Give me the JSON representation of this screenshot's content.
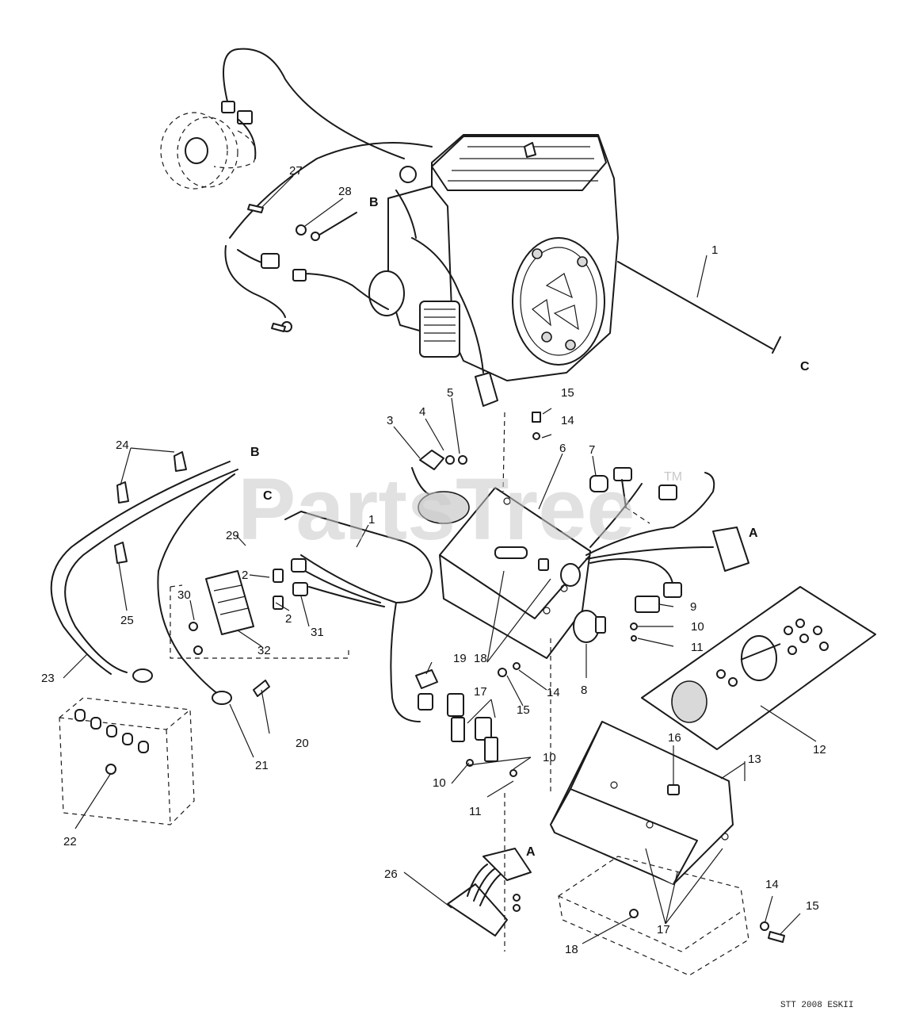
{
  "watermark": {
    "text": "PartsTree",
    "tm": "TM"
  },
  "drawing_code": "STT 2008 ESKII",
  "callouts": [
    {
      "id": "c1a",
      "label": "1"
    },
    {
      "id": "c1b",
      "label": "1"
    },
    {
      "id": "c2a",
      "label": "2"
    },
    {
      "id": "c2b",
      "label": "2"
    },
    {
      "id": "c3",
      "label": "3"
    },
    {
      "id": "c4",
      "label": "4"
    },
    {
      "id": "c5",
      "label": "5"
    },
    {
      "id": "c6",
      "label": "6"
    },
    {
      "id": "c7",
      "label": "7"
    },
    {
      "id": "c8",
      "label": "8"
    },
    {
      "id": "c9",
      "label": "9"
    },
    {
      "id": "c10a",
      "label": "10"
    },
    {
      "id": "c10b",
      "label": "10"
    },
    {
      "id": "c10c",
      "label": "10"
    },
    {
      "id": "c11a",
      "label": "11"
    },
    {
      "id": "c11b",
      "label": "11"
    },
    {
      "id": "c12",
      "label": "12"
    },
    {
      "id": "c13",
      "label": "13"
    },
    {
      "id": "c14a",
      "label": "14"
    },
    {
      "id": "c14b",
      "label": "14"
    },
    {
      "id": "c14c",
      "label": "14"
    },
    {
      "id": "c15a",
      "label": "15"
    },
    {
      "id": "c15b",
      "label": "15"
    },
    {
      "id": "c15c",
      "label": "15"
    },
    {
      "id": "c16",
      "label": "16"
    },
    {
      "id": "c17a",
      "label": "17"
    },
    {
      "id": "c17b",
      "label": "17"
    },
    {
      "id": "c18a",
      "label": "18"
    },
    {
      "id": "c18b",
      "label": "18"
    },
    {
      "id": "c19",
      "label": "19"
    },
    {
      "id": "c20",
      "label": "20"
    },
    {
      "id": "c21",
      "label": "21"
    },
    {
      "id": "c22",
      "label": "22"
    },
    {
      "id": "c23",
      "label": "23"
    },
    {
      "id": "c24",
      "label": "24"
    },
    {
      "id": "c25",
      "label": "25"
    },
    {
      "id": "c26",
      "label": "26"
    },
    {
      "id": "c27",
      "label": "27"
    },
    {
      "id": "c28",
      "label": "28"
    },
    {
      "id": "c29",
      "label": "29"
    },
    {
      "id": "c30",
      "label": "30"
    },
    {
      "id": "c31",
      "label": "31"
    },
    {
      "id": "c32",
      "label": "32"
    }
  ],
  "connectors": {
    "A": "A",
    "B": "B",
    "C": "C"
  }
}
